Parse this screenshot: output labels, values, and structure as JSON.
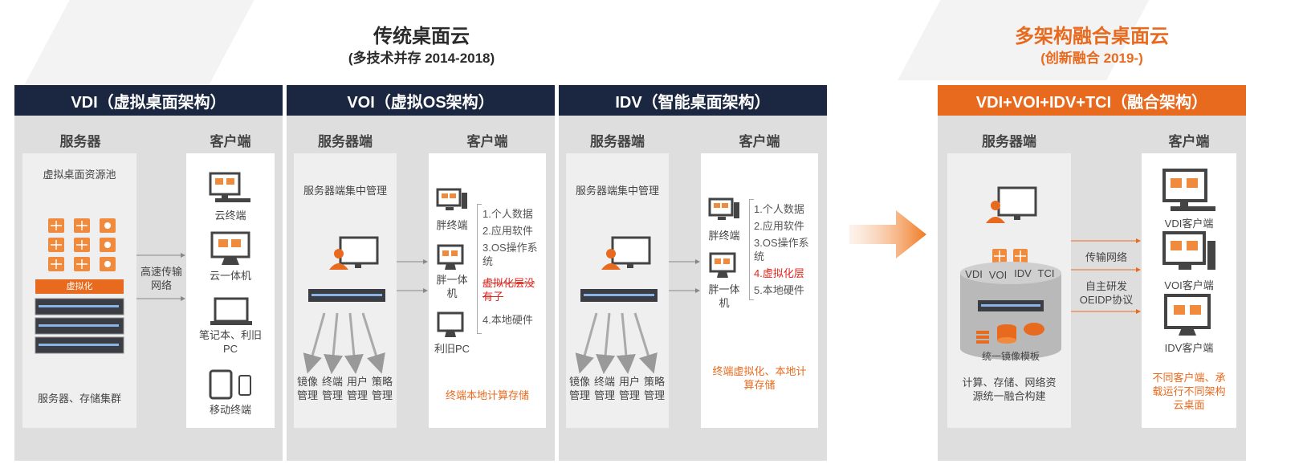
{
  "colors": {
    "navy": "#1b2640",
    "orange": "#e86a1e",
    "red": "#e0261e",
    "panel": "#dedede"
  },
  "traditional": {
    "title": "传统桌面云",
    "subtitle": "(多技术并存 2014-2018)"
  },
  "multi": {
    "title": "多架构融合桌面云",
    "subtitle": "(创新融合 2019-)"
  },
  "vdi": {
    "header": "VDI（虚拟桌面架构）",
    "server_label": "服务器",
    "client_label": "客户端",
    "pool": "虚拟桌面资源池",
    "virtualization": "虚拟化",
    "cluster": "服务器、存储集群",
    "link": "高速传输\n网络",
    "clients": [
      "云终端",
      "云一体机",
      "笔记本、利旧\nPC",
      "移动终端"
    ]
  },
  "voi": {
    "header": "VOI（虚拟OS架构）",
    "server_label": "服务器端",
    "client_label": "客户端",
    "mgmt": "服务器端集中管理",
    "arrows": [
      "镜像\n管理",
      "终端\n管理",
      "用户\n管理",
      "策略\n管理"
    ],
    "clients": [
      "胖终端",
      "胖一体\n机",
      "利旧PC"
    ],
    "list": [
      "1.个人数据",
      "2.应用软件",
      "3.OS操作系\n统"
    ],
    "list_red": "虚拟化层没\n有子",
    "list_last": "4.本地硬件",
    "note": "终端本地计算存储"
  },
  "idv": {
    "header": "IDV（智能桌面架构）",
    "server_label": "服务器端",
    "client_label": "客户端",
    "mgmt": "服务器端集中管理",
    "arrows": [
      "镜像\n管理",
      "终端\n管理",
      "用户\n管理",
      "策略\n管理"
    ],
    "clients": [
      "胖终端",
      "胖一体\n机"
    ],
    "list": [
      "1.个人数据",
      "2.应用软件",
      "3.OS操作系\n统"
    ],
    "list_red": "4.虚拟化层",
    "list_last": "5.本地硬件",
    "note": "终端虚拟化、本地计\n算存储"
  },
  "fusion": {
    "header": "VDI+VOI+IDV+TCI（融合架构）",
    "server_label": "服务器端",
    "client_label": "客户端",
    "cyl_labels": [
      "VDI",
      "VOI",
      "IDV",
      "TCI"
    ],
    "template": "统一镜像模板",
    "server_note": "计算、存储、网络资\n源统一融合构建",
    "link1": "传输网络",
    "link2": "自主研发\nOEIDP协议",
    "clients": [
      "VDI客户端",
      "VOI客户端",
      "IDV客户端"
    ],
    "note": "不同客户端、承\n载运行不同架构\n云桌面"
  }
}
